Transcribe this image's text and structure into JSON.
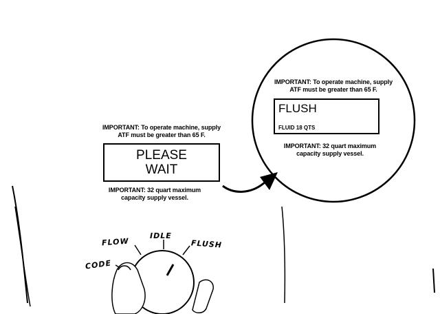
{
  "main_panel": {
    "note_top_line1": "IMPORTANT: To operate machine, supply",
    "note_top_line2": "ATF must be greater than 65 F.",
    "display_line1": "PLEASE",
    "display_line2": "WAIT",
    "note_bottom_line1": "IMPORTANT: 32 quart maximum",
    "note_bottom_line2": "capacity supply vessel."
  },
  "zoom_panel": {
    "note_top_line1": "IMPORTANT: To operate machine, supply",
    "note_top_line2": "ATF must be greater than 65 F.",
    "display_main": "FLUSH",
    "display_sub": "FLUID 18 QTS",
    "note_bottom_line1": "IMPORTANT: 32 quart maximum",
    "note_bottom_line2": "capacity supply vessel."
  },
  "dial": {
    "labels": {
      "code": "CODE",
      "flow": "FLOW",
      "idle": "IDLE",
      "flush": "FLUSH"
    }
  }
}
